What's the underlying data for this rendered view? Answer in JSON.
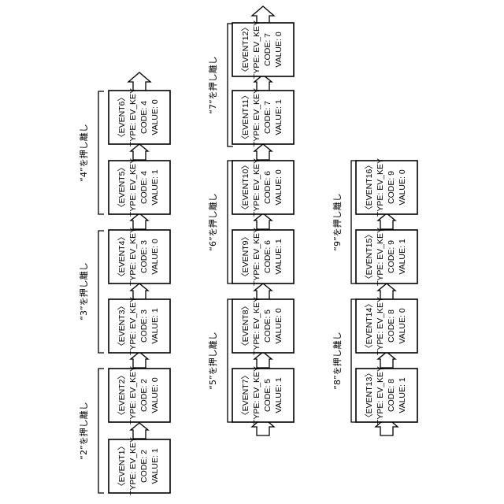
{
  "labels": {
    "k2": "“2”を押し離し",
    "k3": "“3”を押し離し",
    "k4": "“4”を押し離し",
    "k5": "“5”を押し離し",
    "k6": "“6”を押し離し",
    "k7": "“7”を押し離し",
    "k8": "“8”を押し離し",
    "k9": "“9”を押し離し"
  },
  "events": [
    {
      "name": "〈EVENT1〉",
      "type": "TYPE: EV_KEY",
      "code": "CODE: 2",
      "value": "VALUE: 1"
    },
    {
      "name": "〈EVENT2〉",
      "type": "TYPE: EV_KEY",
      "code": "CODE: 2",
      "value": "VALUE: 0"
    },
    {
      "name": "〈EVENT3〉",
      "type": "TYPE: EV_KEY",
      "code": "CODE: 3",
      "value": "VALUE: 1"
    },
    {
      "name": "〈EVENT4〉",
      "type": "TYPE: EV_KEY",
      "code": "CODE: 3",
      "value": "VALUE: 0"
    },
    {
      "name": "〈EVENT5〉",
      "type": "TYPE: EV_KEY",
      "code": "CODE: 4",
      "value": "VALUE: 1"
    },
    {
      "name": "〈EVENT6〉",
      "type": "TYPE: EV_KEY",
      "code": "CODE: 4",
      "value": "VALUE: 0"
    },
    {
      "name": "〈EVENT7〉",
      "type": "TYPE: EV_KEY",
      "code": "CODE: 5",
      "value": "VALUE: 1"
    },
    {
      "name": "〈EVENT8〉",
      "type": "TYPE: EV_KEY",
      "code": "CODE: 5",
      "value": "VALUE: 0"
    },
    {
      "name": "〈EVENT9〉",
      "type": "TYPE: EV_KEY",
      "code": "CODE: 6",
      "value": "VALUE: 1"
    },
    {
      "name": "〈EVENT10〉",
      "type": "TYPE: EV_KEY",
      "code": "CODE: 6",
      "value": "VALUE: 0"
    },
    {
      "name": "〈EVENT11〉",
      "type": "TYPE: EV_KEY",
      "code": "CODE: 7",
      "value": "VALUE: 1"
    },
    {
      "name": "〈EVENT12〉",
      "type": "TYPE: EV_KEY",
      "code": "CODE: 7",
      "value": "VALUE: 0"
    },
    {
      "name": "〈EVENT13〉",
      "type": "TYPE: EV_KEY",
      "code": "CODE: 8",
      "value": "VALUE: 1"
    },
    {
      "name": "〈EVENT14〉",
      "type": "TYPE: EV_KEY",
      "code": "CODE: 8",
      "value": "VALUE: 0"
    },
    {
      "name": "〈EVENT15〉",
      "type": "TYPE: EV_KEY",
      "code": "CODE: 9",
      "value": "VALUE: 1"
    },
    {
      "name": "〈EVENT16〉",
      "type": "TYPE: EV_KEY",
      "code": "CODE: 9",
      "value": "VALUE: 0"
    }
  ]
}
